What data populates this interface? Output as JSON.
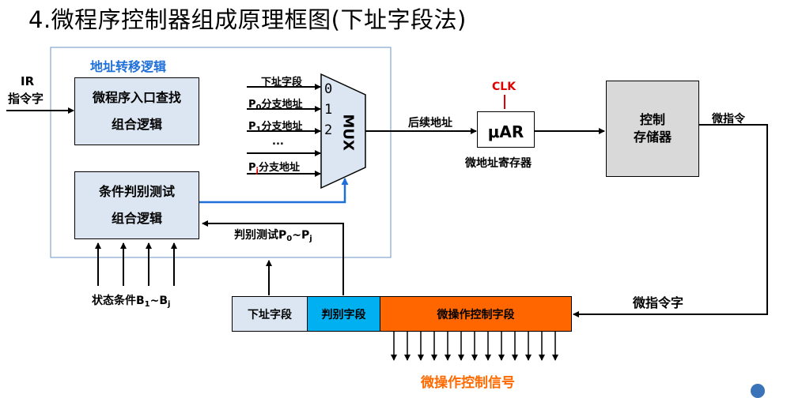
{
  "title": "4.微程序控制器组成原理框图(下址字段法)",
  "ir_input": {
    "line1": "IR",
    "line2": "指令字"
  },
  "transfer_logic_label": "地址转移逻辑",
  "entry_lookup": {
    "line1": "微程序入口查找",
    "line2": "组合逻辑"
  },
  "condition_logic": {
    "line1": "条件判别测试",
    "line2": "组合逻辑"
  },
  "mux": {
    "label": "MUX",
    "port_numbers": [
      "0",
      "1",
      "2"
    ],
    "inputs": [
      {
        "text": "下址字段",
        "sub": ""
      },
      {
        "text": "P",
        "sub": "0",
        "after": "分支地址"
      },
      {
        "text": "P",
        "sub": "1",
        "after": "分支地址"
      },
      {
        "text": "...",
        "sub": ""
      },
      {
        "text": "P",
        "sub": "j",
        "after": "分支地址"
      }
    ]
  },
  "next_address_label": "后续地址",
  "clk_label": "CLK",
  "uar": {
    "label": "μAR",
    "caption": "微地址寄存器"
  },
  "control_store": {
    "line1": "控制",
    "line2": "存储器"
  },
  "micro_instruction_label": "微指令",
  "micro_instruction_word_label": "微指令字",
  "judge_test_label": {
    "text": "判别测试P",
    "sub0": "0",
    "mid": "~P",
    "sub1": "j"
  },
  "status_conditions": {
    "text": "状态条件B",
    "sub0": "1",
    "mid": "~B",
    "sub1": "j"
  },
  "micro_word_fields": [
    {
      "label": "下址字段",
      "color": "#dce6f2"
    },
    {
      "label": "判别字段",
      "color": "#00b0f0"
    },
    {
      "label": "微操作控制字段",
      "color": "#ff6600"
    }
  ],
  "control_signals_label": "微操作控制信号",
  "colors": {
    "accent_blue": "#1f6fd8",
    "clk_red": "#e00000",
    "signal_orange": "#ff6a00",
    "box_fill": "#dce6f2",
    "store_fill": "#d9d9d9",
    "group_border": "#6d93c4"
  }
}
